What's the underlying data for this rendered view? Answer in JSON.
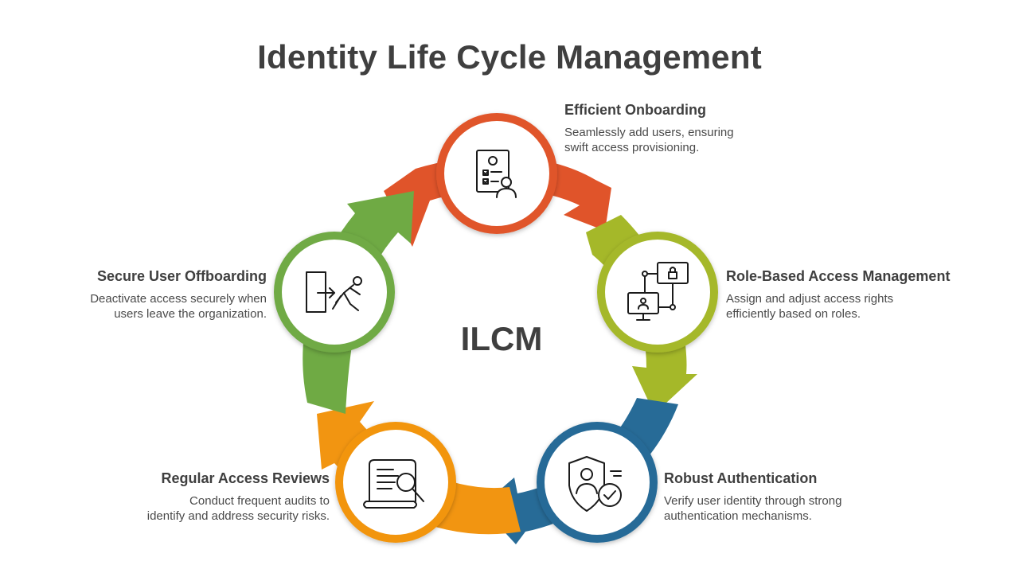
{
  "title": "Identity Life Cycle Management",
  "center_label": "ILCM",
  "stages": [
    {
      "heading": "Efficient Onboarding",
      "desc_line1": "Seamlessly add  users, ensuring",
      "desc_line2": "swift access provisioning.",
      "color": "#E0542A",
      "icon": "checklist-user-icon"
    },
    {
      "heading": "Role-Based Access Management",
      "desc_line1": "Assign and adjust access rights",
      "desc_line2": "efficiently based on roles.",
      "color": "#A5B829",
      "icon": "network-lock-icon"
    },
    {
      "heading": "Robust Authentication",
      "desc_line1": "Verify user identity through strong",
      "desc_line2": "authentication  mechanisms.",
      "color": "#276B97",
      "icon": "shield-user-check-icon"
    },
    {
      "heading": "Regular Access Reviews",
      "desc_line1": "Conduct frequent audits to",
      "desc_line2": "identify and address security risks.",
      "color": "#F29511",
      "icon": "document-magnifier-icon"
    },
    {
      "heading": "Secure User Offboarding",
      "desc_line1": "Deactivate access securely when",
      "desc_line2": "users leave the organization.",
      "color": "#6FAA44",
      "icon": "exit-door-person-icon"
    }
  ]
}
